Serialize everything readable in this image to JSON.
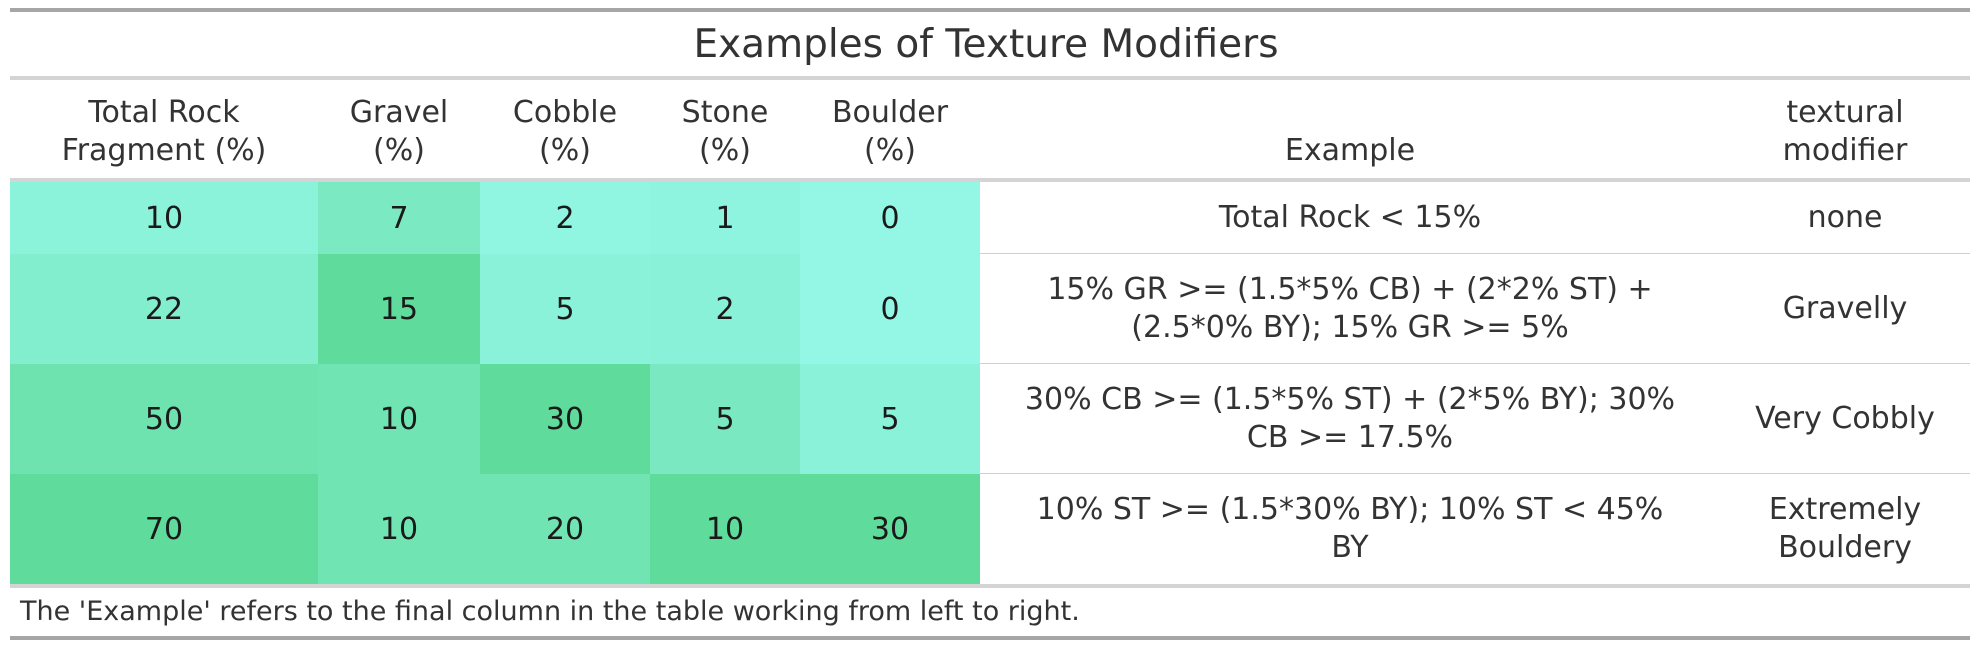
{
  "chart_data": {
    "type": "table",
    "title": "Examples of Texture Modifiers",
    "columns": [
      "Total Rock\nFragment (%)",
      "Gravel\n(%)",
      "Cobble\n(%)",
      "Stone\n(%)",
      "Boulder\n(%)",
      "Example",
      "textural\nmodifier"
    ],
    "rows": [
      {
        "values": [
          10,
          7,
          2,
          1,
          0
        ],
        "example": "Total Rock < 15%",
        "modifier": "none"
      },
      {
        "values": [
          22,
          15,
          5,
          2,
          0
        ],
        "example": "15% GR >= (1.5*5% CB) + (2*2% ST) +\n(2.5*0% BY); 15% GR >= 5%",
        "modifier": "Gravelly"
      },
      {
        "values": [
          50,
          10,
          30,
          5,
          5
        ],
        "example": "30% CB >= (1.5*5% ST) + (2*5% BY); 30%\nCB >= 17.5%",
        "modifier": "Very Cobbly"
      },
      {
        "values": [
          70,
          10,
          20,
          10,
          30
        ],
        "example": "10% ST >= (1.5*30% BY); 10% ST < 45%\nBY",
        "modifier": "Extremely\nBouldery"
      }
    ],
    "heatmap_colors": {
      "low": "#94f7e6",
      "high": "#5fdb9b"
    },
    "footnote": "The 'Example' refers to the final column in the table working from left to right."
  }
}
